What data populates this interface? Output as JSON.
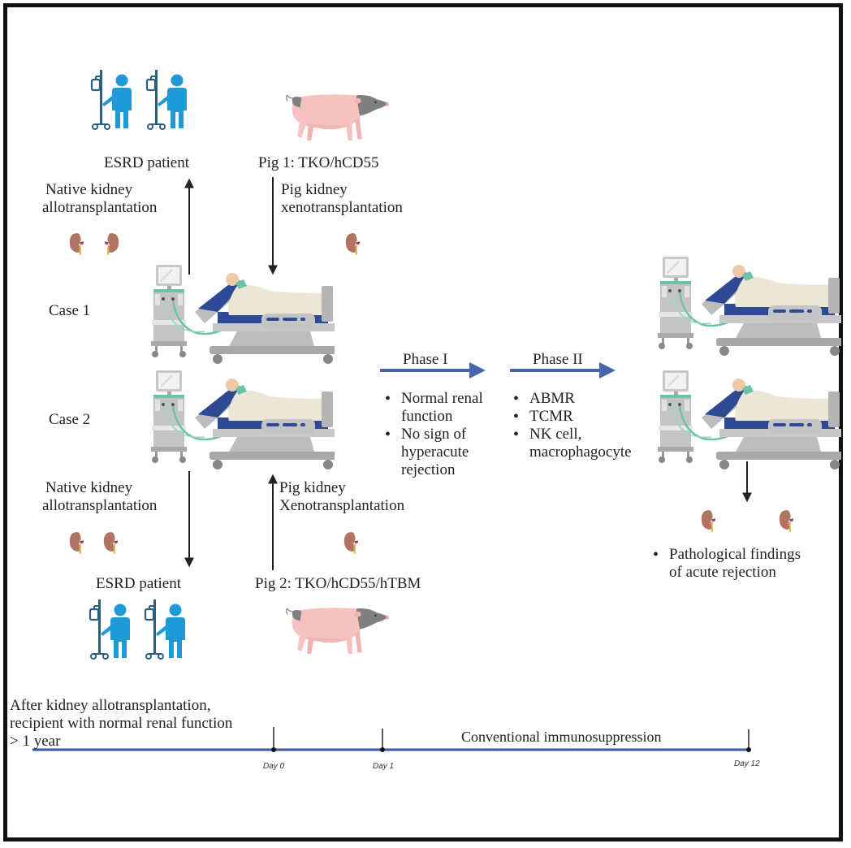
{
  "case1": {
    "label": "Case 1",
    "patient_label": "ESRD patient",
    "allo_label_line1": "Native kidney",
    "allo_label_line2": "allotransplantation",
    "pig_label": "Pig 1: TKO/hCD55",
    "xeno_label_line1": "Pig kidney",
    "xeno_label_line2": "xenotransplantation"
  },
  "case2": {
    "label": "Case 2",
    "patient_label": "ESRD patient",
    "allo_label_line1": "Native kidney",
    "allo_label_line2": "allotransplantation",
    "pig_label": "Pig 2: TKO/hCD55/hTBM",
    "xeno_label_line1": "Pig kidney",
    "xeno_label_line2": "Xenotransplantation"
  },
  "phase1": {
    "title": "Phase I",
    "bullets": [
      "Normal renal function",
      "No sign of hyperacute rejection"
    ],
    "bullet_lines": [
      [
        "Normal renal",
        "function"
      ],
      [
        "No sign of",
        "hyperacute",
        "rejection"
      ]
    ]
  },
  "phase2": {
    "title": "Phase II",
    "bullet_lines": [
      [
        "ABMR"
      ],
      [
        "TCMR"
      ],
      [
        "NK cell,",
        "macrophagocyte"
      ]
    ]
  },
  "outcome": {
    "bullet_lines": [
      [
        "Pathological findings",
        "of acute rejection"
      ]
    ]
  },
  "timeline": {
    "pre_label_lines": [
      "After kidney allotransplantation,",
      "recipient with normal renal function",
      "> 1 year"
    ],
    "span_label": "Conventional immunosuppression",
    "ticks": [
      "Day 0",
      "Day 1",
      "Day 12"
    ]
  },
  "colors": {
    "patient_blue": "#1e9ad6",
    "iv_pole": "#2c5f7e",
    "arrow_blue": "#4a64ad",
    "timeline_blue": "#3d56a6",
    "pig_pink": "#f4c2c0",
    "pig_gray": "#7f7f80",
    "kidney": "#b07460",
    "bed_blue": "#2e4a94",
    "bed_gray": "#b9b9b9",
    "blanket": "#ece6d6",
    "tube_green": "#6cc3a8"
  },
  "icons": {
    "patient": "patient-with-iv-icon",
    "pig": "pig-icon",
    "kidney": "kidney-icon",
    "bed": "hospital-bed-ventilator-icon"
  }
}
